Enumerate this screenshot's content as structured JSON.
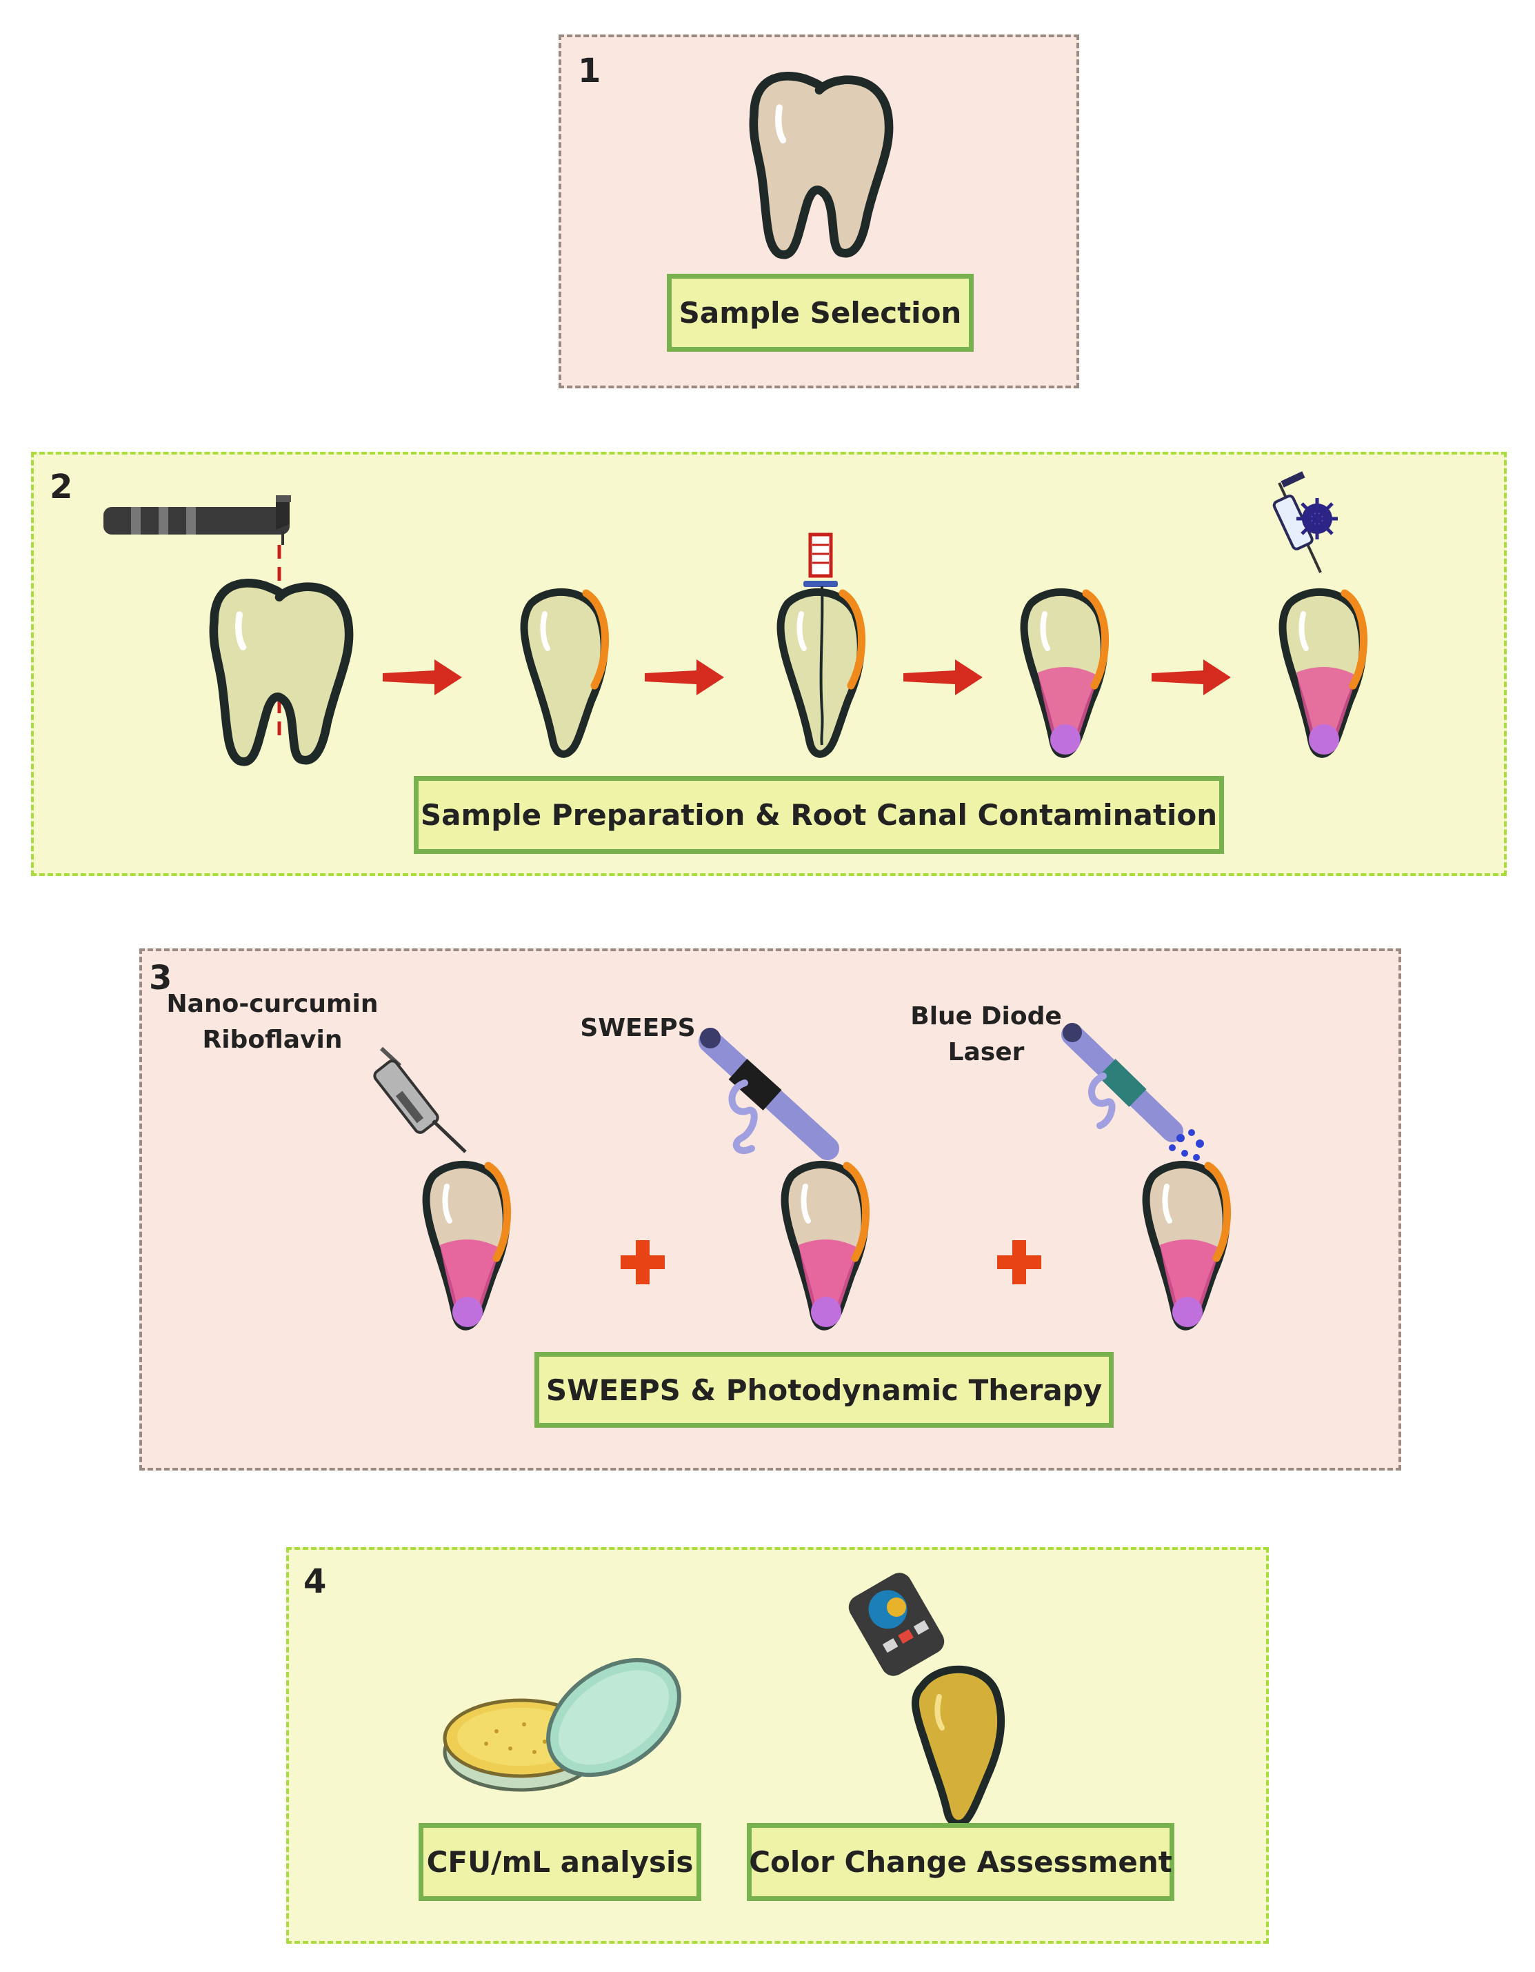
{
  "steps": {
    "s1": {
      "number": "1",
      "label": "Sample Selection"
    },
    "s2": {
      "number": "2",
      "label": "Sample Preparation & Root Canal Contamination"
    },
    "s3": {
      "number": "3",
      "label": "SWEEPS & Photodynamic Therapy",
      "tools": {
        "photosensitizer_line1": "Nano-curcumin",
        "photosensitizer_line2": "Riboflavin",
        "sweeps": "SWEEPS",
        "laser_line1": "Blue Diode",
        "laser_line2": "Laser"
      }
    },
    "s4": {
      "number": "4",
      "label_cfu": "CFU/mL analysis",
      "label_color": "Color Change Assessment"
    }
  },
  "colors": {
    "tooth_outline": "#1f2a28",
    "tooth_fill_green": "#dfe0ab",
    "tooth_fill_beige": "#e0cdb5",
    "enamel_edge": "#f08a1c",
    "arrow_red": "#d62b1f",
    "plus_red": "#e84315",
    "contamination_pink": "#e6549a",
    "apex_purple": "#c070dc"
  }
}
